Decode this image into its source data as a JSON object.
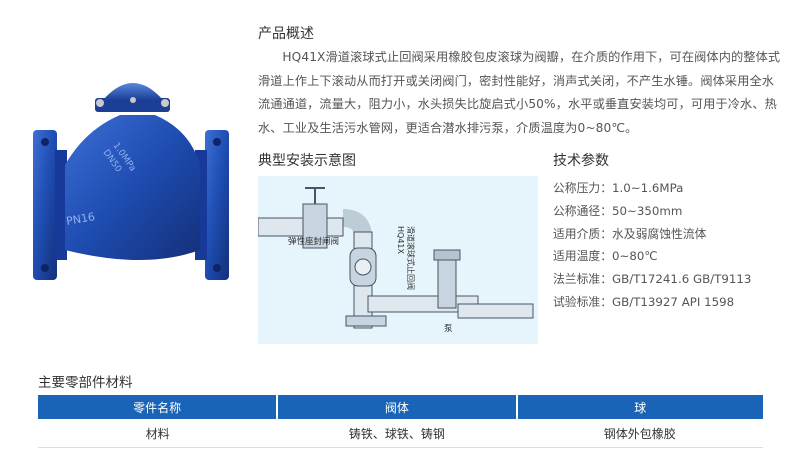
{
  "overview": {
    "title": "产品概述",
    "text": "HQ41X滑道滚球式止回阀采用橡胶包皮滚球为阀瓣，在介质的作用下，可在阀体内的整体式滑道上作上下滚动从而打开或关闭阀门，密封性能好，消声式关闭，不产生水锤。阀体采用全水流通通道，流量大，阻力小，水头损失比旋启式小50%，水平或垂直安装均可，可用于冷水、热水、工业及生活污水管网，更适合潜水排污泵，介质温度为0~80℃。"
  },
  "product_photo": {
    "cast_text_1": "1.0MPa",
    "cast_text_2": "DN50",
    "pn_text": "PN16"
  },
  "install": {
    "title": "典型安装示意图",
    "label_gate_valve": "弹性座封闸阀",
    "label_check_valve_model": "HQ41X",
    "label_check_valve_name": "滑道滚球式止回阀",
    "label_pump": "泵"
  },
  "tech": {
    "title": "技术参数",
    "rows": [
      {
        "label": "公称压力：",
        "value": "1.0~1.6MPa"
      },
      {
        "label": "公称通径：",
        "value": "50~350mm"
      },
      {
        "label": "适用介质：",
        "value": "水及弱腐蚀性流体"
      },
      {
        "label": "适用温度：",
        "value": "0~80℃"
      },
      {
        "label": "法兰标准：",
        "value": "GB/T17241.6  GB/T9113"
      },
      {
        "label": "试验标准：",
        "value": "GB/T13927  API 1598"
      }
    ]
  },
  "materials": {
    "title": "主要零部件材料",
    "headers": [
      "零件名称",
      "阀体",
      "球"
    ],
    "row": [
      "材料",
      "铸铁、球铁、铸钢",
      "钢体外包橡胶"
    ]
  },
  "colors": {
    "valve_blue": "#1f4fb3",
    "table_header": "#1a64b8",
    "diagram_bg": "#e6f4fb"
  }
}
